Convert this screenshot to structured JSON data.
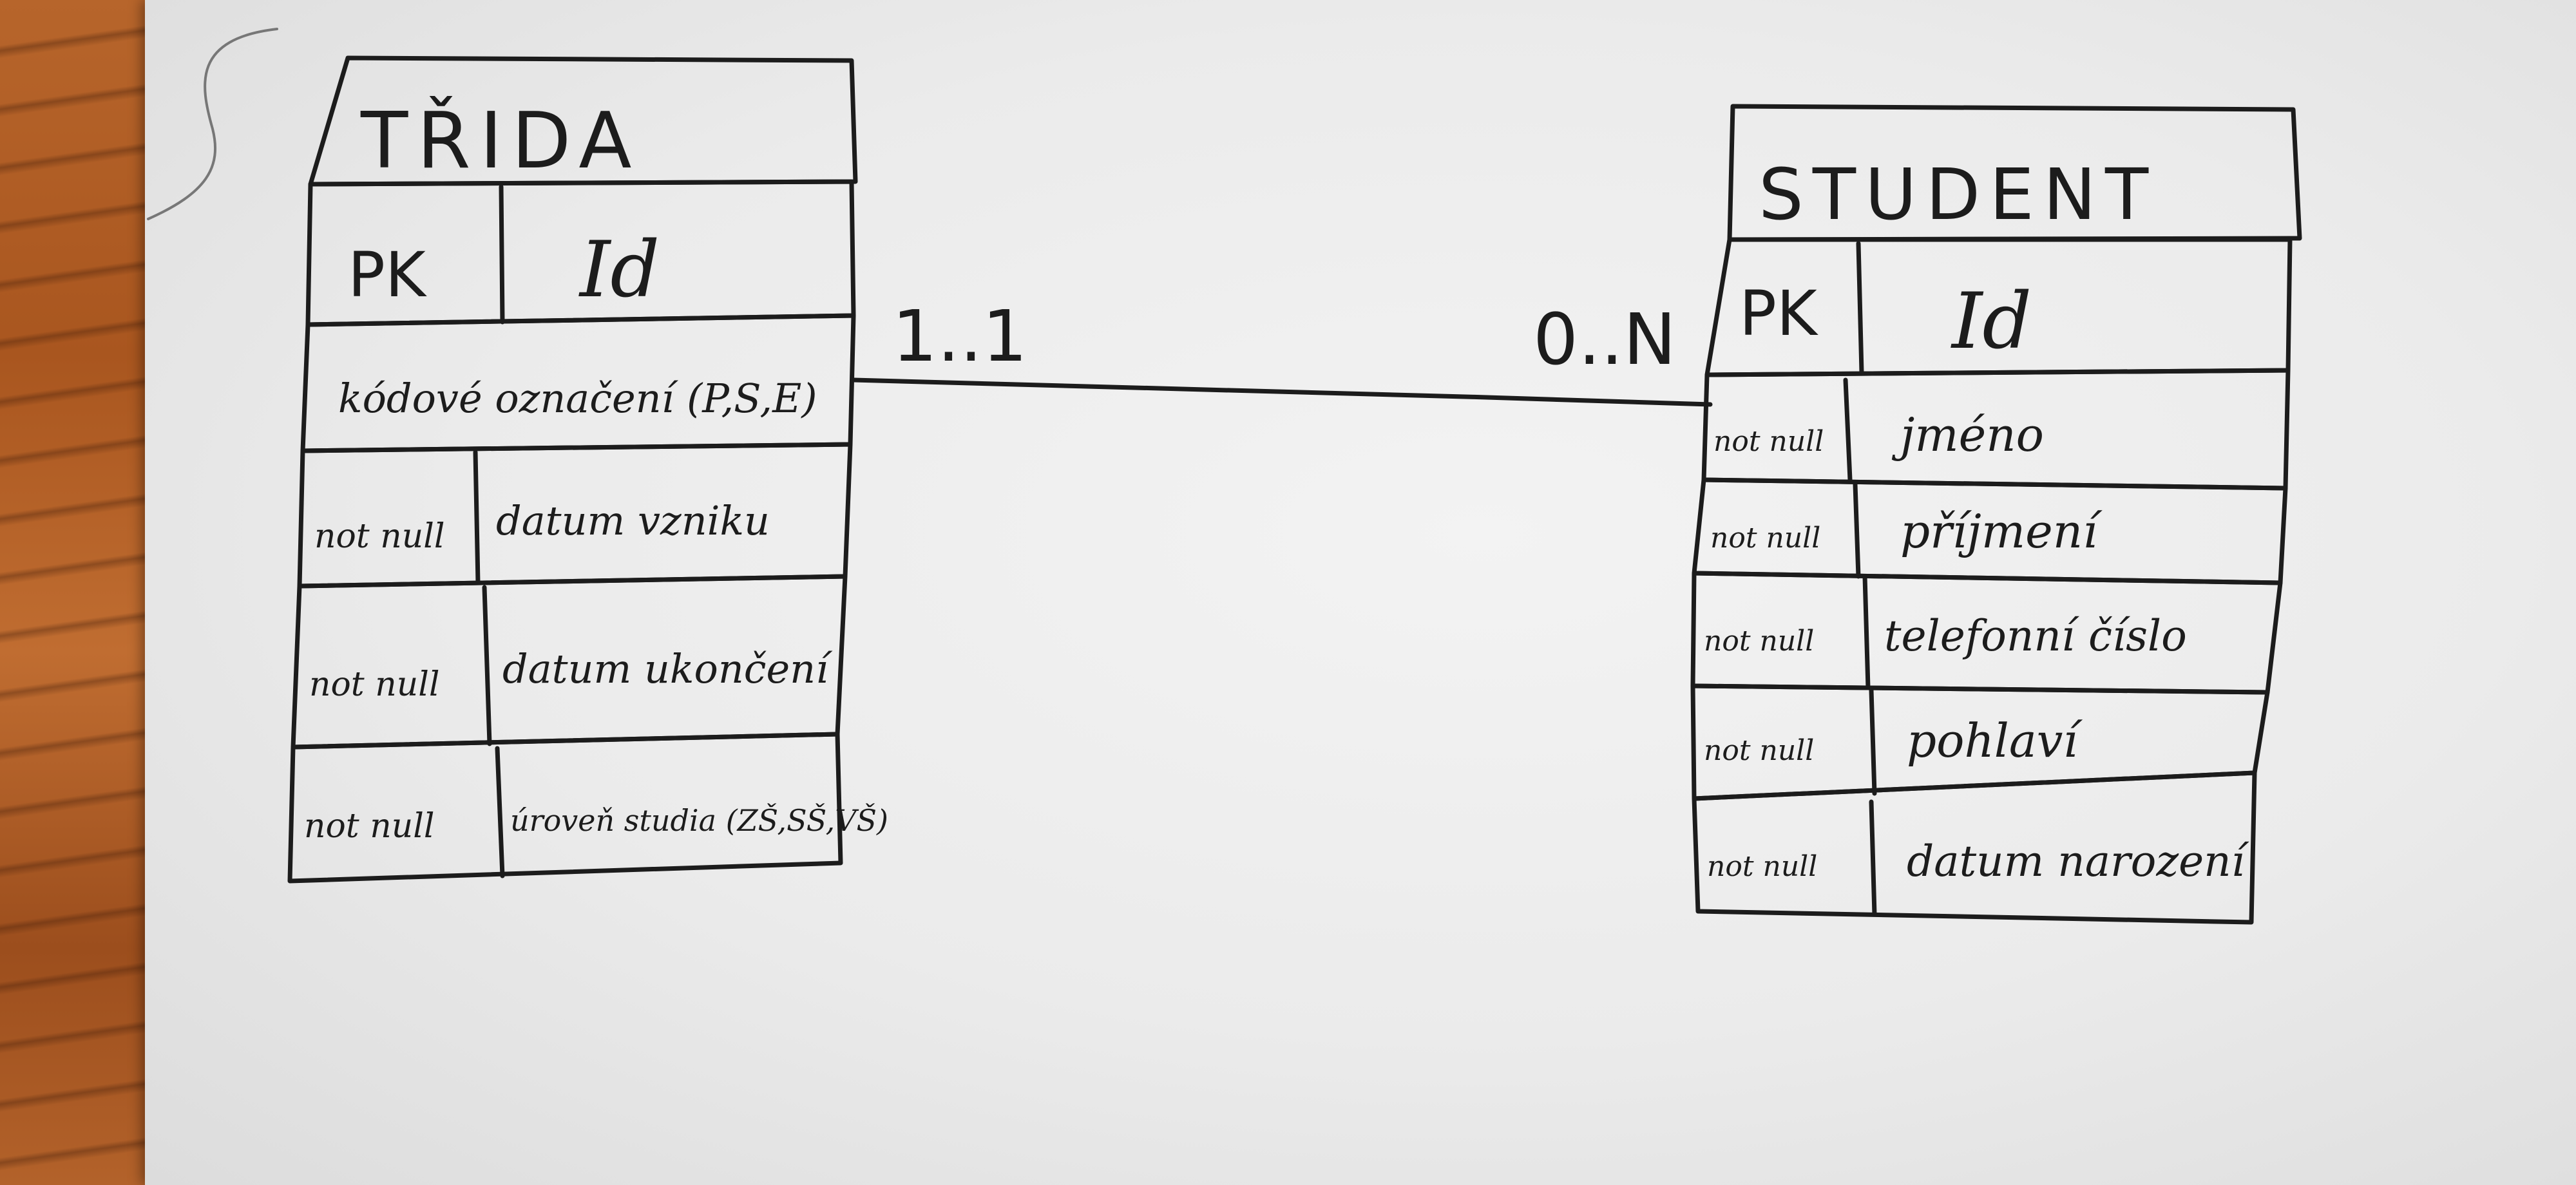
{
  "diagram": {
    "relationship": {
      "left_cardinality": "1..1",
      "right_cardinality": "0..N"
    },
    "entities": [
      {
        "name": "TŘIDA",
        "pk_label": "PK",
        "pk_field": "Id",
        "rows": [
          {
            "constraint": "",
            "field": "kódové označení (P,S,E)"
          },
          {
            "constraint": "not null",
            "field": "datum vzniku"
          },
          {
            "constraint": "not null",
            "field": "datum ukončení"
          },
          {
            "constraint": "not null",
            "field": "úroveň studia (ZŠ,SŠ,VŠ)"
          }
        ]
      },
      {
        "name": "STUDENT",
        "pk_label": "PK",
        "pk_field": "Id",
        "rows": [
          {
            "constraint": "not null",
            "field": "jméno"
          },
          {
            "constraint": "not null",
            "field": "příjmení"
          },
          {
            "constraint": "not null",
            "field": "telefonní číslo"
          },
          {
            "constraint": "not null",
            "field": "pohlaví"
          },
          {
            "constraint": "not null",
            "field": "datum narození"
          }
        ]
      }
    ]
  }
}
